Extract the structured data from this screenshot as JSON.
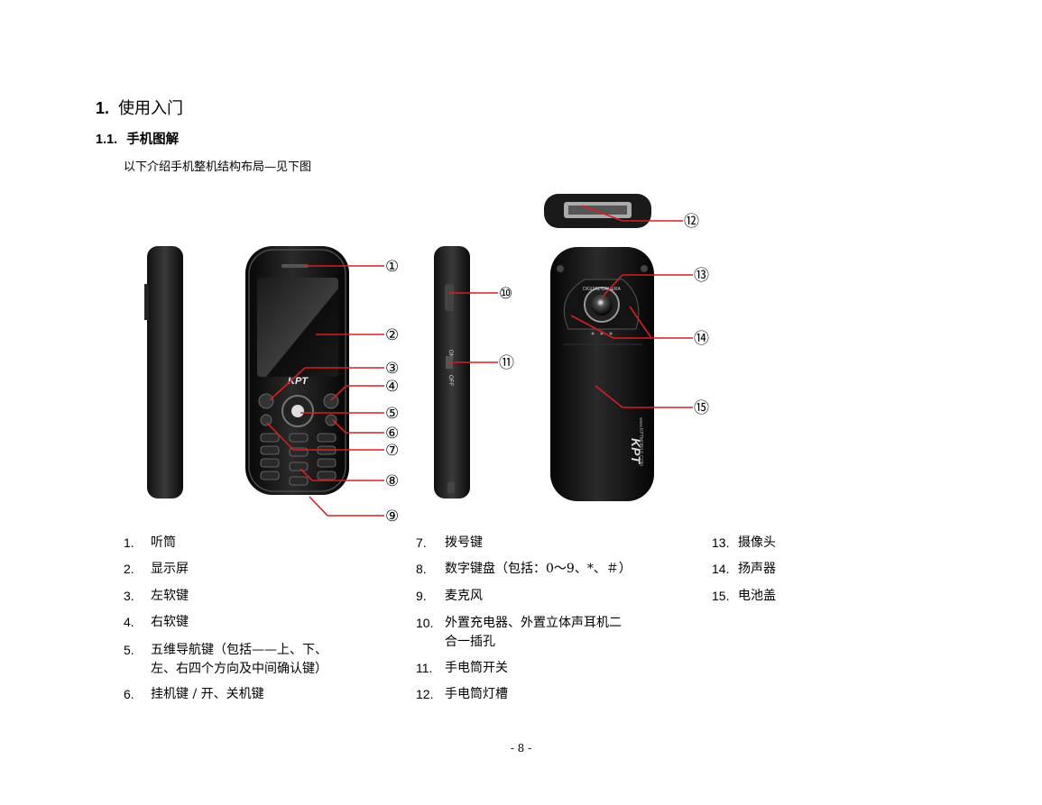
{
  "heading": {
    "number": "1.",
    "text": "使用入门"
  },
  "subheading": {
    "number": "1.1.",
    "text": "手机图解"
  },
  "intro": "以下介绍手机整机结构布局—见下图",
  "figure": {
    "brand": "KPT",
    "camera_text": "DIGITAL CAMERA",
    "website": "www.KPTMOBILE.COM",
    "switch_on": "ON",
    "switch_off": "OFF",
    "callouts": [
      "①",
      "②",
      "③",
      "④",
      "⑤",
      "⑥",
      "⑦",
      "⑧",
      "⑨",
      "⑩",
      "⑪",
      "⑫",
      "⑬",
      "⑭",
      "⑮"
    ]
  },
  "legend": [
    {
      "num": "1.",
      "text": "听筒"
    },
    {
      "num": "2.",
      "text": "显示屏"
    },
    {
      "num": "3.",
      "text": "左软键"
    },
    {
      "num": "4.",
      "text": "右软键"
    },
    {
      "num": "5.",
      "text": "五维导航键（包括——上、下、",
      "text2": "左、右四个方向及中间确认键）"
    },
    {
      "num": "6.",
      "text": "挂机键 / 开、关机键"
    },
    {
      "num": "7.",
      "text": "拨号键"
    },
    {
      "num": "8.",
      "text": "数字键盘（包括：0～9、*、＃）"
    },
    {
      "num": "9.",
      "text": "麦克风"
    },
    {
      "num": "10.",
      "text": "外置充电器、外置立体声耳机二",
      "text2": "合一插孔"
    },
    {
      "num": "11.",
      "text": "手电筒开关"
    },
    {
      "num": "12.",
      "text": "手电筒灯槽"
    },
    {
      "num": "13.",
      "text": "摄像头"
    },
    {
      "num": "14.",
      "text": "扬声器"
    },
    {
      "num": "15.",
      "text": "电池盖"
    }
  ],
  "page_number": "- 8 -",
  "colors": {
    "callout_line": "#d42020",
    "phone_body": "#111111"
  }
}
